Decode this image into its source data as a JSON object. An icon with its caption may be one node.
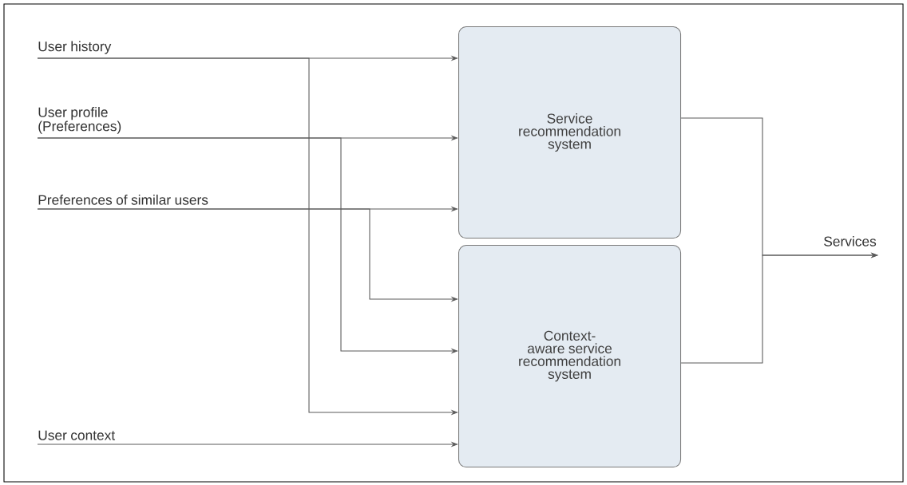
{
  "diagram": {
    "nodes": [
      {
        "text": [
          "User history"
        ]
      },
      {
        "text": [
          "User profile (Preferences)"
        ]
      },
      {
        "text": [
          "Preferences of similar users"
        ]
      },
      {
        "text": [
          "User context"
        ]
      },
      {
        "text": [
          "Service recommendation system"
        ]
      },
      {
        "text": [
          "Context-aware service recommendation system"
        ]
      },
      {
        "text": [
          "Services"
        ]
      }
    ],
    "edges": [
      {
        "from": 0,
        "to": 4,
        "arrow": "to"
      },
      {
        "from": 0,
        "to": 5,
        "arrow": "to"
      },
      {
        "from": 1,
        "to": 4,
        "arrow": "to"
      },
      {
        "from": 1,
        "to": 5,
        "arrow": "to"
      },
      {
        "from": 2,
        "to": 4,
        "arrow": "to"
      },
      {
        "from": 2,
        "to": 5,
        "arrow": "to"
      },
      {
        "from": 3,
        "to": 5,
        "arrow": "to"
      },
      {
        "from": 4,
        "to": 6,
        "arrow": "to"
      },
      {
        "from": 5,
        "to": 6,
        "arrow": "to"
      }
    ]
  }
}
